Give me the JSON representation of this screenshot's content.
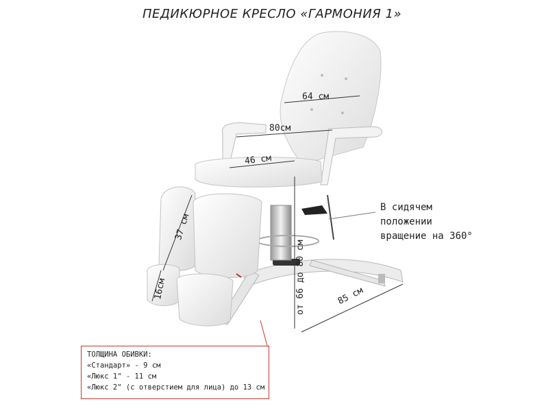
{
  "title": "ПЕДИКЮРНОЕ КРЕСЛО «ГАРМОНИЯ 1»",
  "dimensions": {
    "backrest_width": "64 см",
    "armrest_span": "80см",
    "seat_width": "46 см",
    "leg_rest_length": "37 см",
    "foot_rest_length": "16см",
    "height_range": "от 66 до 80 см",
    "base_length": "85 см"
  },
  "rotation_note": [
    "В сидячем",
    "положении",
    "вращение на 360°"
  ],
  "upholstery": {
    "heading": "ТОЛЩИНА ОБИВКИ:",
    "lines": [
      "«Стандарт» - 9 см",
      "«Люкс 1\" - 11 см",
      "«Люкс 2\" (с отверстием для лица) до 13 см"
    ]
  },
  "colors": {
    "accent": "#c0392b",
    "upholstery": "#f4f4f4",
    "frame": "#e8e8e8"
  }
}
